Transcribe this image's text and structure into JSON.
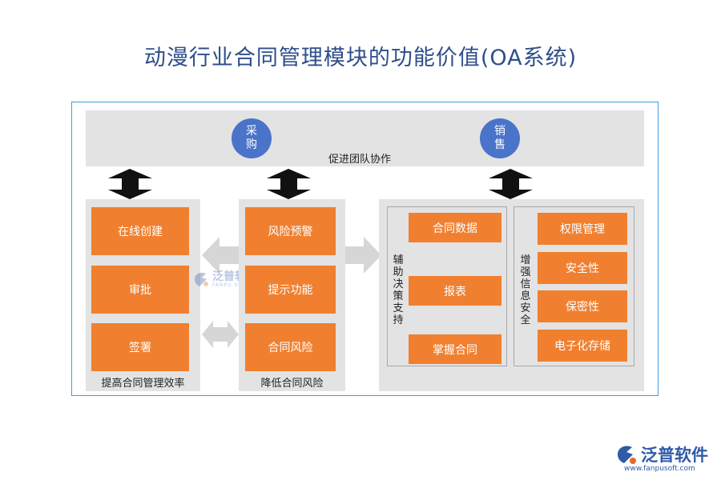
{
  "title": "动漫行业合同管理模块的功能价值(OA系统)",
  "top": {
    "circle_left": "采\n购",
    "circle_right": "销\n售",
    "band_label": "促进团队协作"
  },
  "left_panel": {
    "items": [
      "在线创建",
      "审批",
      "签署"
    ],
    "label": "提高合同管理效率"
  },
  "middle_panel": {
    "items": [
      "风险预警",
      "提示功能",
      "合同风险"
    ],
    "label": "降低合同风险"
  },
  "right_panel": {
    "decision": {
      "label": "辅助决策支持",
      "items": [
        "合同数据",
        "报表",
        "掌握合同"
      ]
    },
    "security": {
      "label": "增强信息安全",
      "items": [
        "权限管理",
        "安全性",
        "保密性",
        "电子化存储"
      ]
    }
  },
  "watermark": {
    "name": "泛普软件",
    "sub": "FANPU SOFTWARE"
  },
  "logo": {
    "name": "泛普软件",
    "url": "www.fanpusoft.com"
  },
  "colors": {
    "orange": "#f08030",
    "blue_circle": "#4a74c9",
    "panel_gray": "#e3e3e3",
    "title_blue": "#2f4e8a",
    "frame_border": "#3aa0d8"
  }
}
